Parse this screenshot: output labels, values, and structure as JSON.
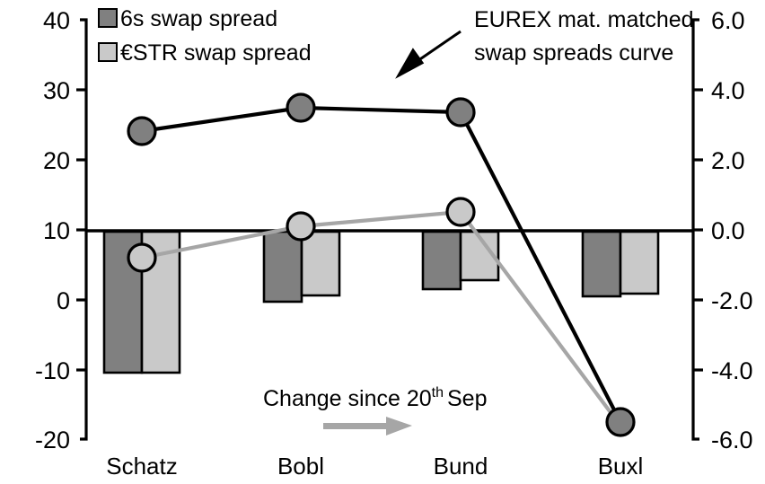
{
  "chart_data": {
    "type": "bar",
    "title": "",
    "subtitle": "",
    "xlabel": "",
    "ylabel": "",
    "categories": [
      "Schatz",
      "Bobl",
      "Bund",
      "Buxl"
    ],
    "series": [
      {
        "name": "6s swap spread",
        "type": "bar",
        "axis": "right",
        "color": "#808080",
        "values": [
          -4.05,
          -1.95,
          -1.6,
          -1.85
        ]
      },
      {
        "name": "€STR swap spread",
        "type": "bar",
        "axis": "right",
        "color": "#c9c9c9",
        "values": [
          -4.05,
          -1.8,
          -1.35,
          -1.75
        ]
      },
      {
        "name": "EUREX mat. matched swap spreads curve",
        "type": "line",
        "axis": "left",
        "color": "#000000",
        "marker_color": "#808080",
        "values": [
          24.6,
          28.0,
          27.3,
          -18.1
        ]
      },
      {
        "name": "Change since 20th Sep",
        "type": "line",
        "axis": "left",
        "color": "#a6a6a6",
        "marker_color": "#c9c9c9",
        "values": [
          6.1,
          10.5,
          12.7,
          -18.6
        ]
      }
    ],
    "left_axis": {
      "ticks": [
        "40",
        "30",
        "20",
        "10",
        "0",
        "-10",
        "-20"
      ],
      "ylim": [
        -20,
        40
      ],
      "zero_reference": 10
    },
    "right_axis": {
      "ticks": [
        "6.0",
        "4.0",
        "2.0",
        "0.0",
        "-2.0",
        "-4.0",
        "-6.0"
      ],
      "ylim": [
        -6.0,
        6.0
      ],
      "zero_reference": 0.0
    },
    "grid": false,
    "legend_position": "top-left",
    "annotations": [
      {
        "id": "eurex-curve",
        "text_line1": "EUREX mat. matched",
        "text_line2": "swap spreads curve",
        "arrow": "down-left"
      },
      {
        "id": "change-since",
        "text_prefix": "Change since 20",
        "text_superscript": "th",
        "text_suffix": " Sep",
        "arrow": "right"
      }
    ]
  },
  "legend": {
    "items": [
      {
        "label": "6s swap spread",
        "color": "#808080"
      },
      {
        "label": "€STR swap spread",
        "color": "#c9c9c9"
      }
    ]
  },
  "left_axis_labels": {
    "t0": "40",
    "t1": "30",
    "t2": "20",
    "t3": "10",
    "t4": "0",
    "t5": "-10",
    "t6": "-20"
  },
  "right_axis_labels": {
    "t0": "6.0",
    "t1": "4.0",
    "t2": "2.0",
    "t3": "0.0",
    "t4": "-2.0",
    "t5": "-4.0",
    "t6": "-6.0"
  },
  "category_labels": {
    "c0": "Schatz",
    "c1": "Bobl",
    "c2": "Bund",
    "c3": "Buxl"
  },
  "annotations": {
    "eurex_line1": "EUREX mat. matched",
    "eurex_line2": "swap spreads curve",
    "change_prefix": "Change since 20",
    "change_sup": "th",
    "change_suffix": "Sep"
  },
  "colors": {
    "bar_dark": "#808080",
    "bar_light": "#c9c9c9",
    "line_dark": "#000000",
    "line_light": "#a6a6a6",
    "axis": "#000000"
  }
}
